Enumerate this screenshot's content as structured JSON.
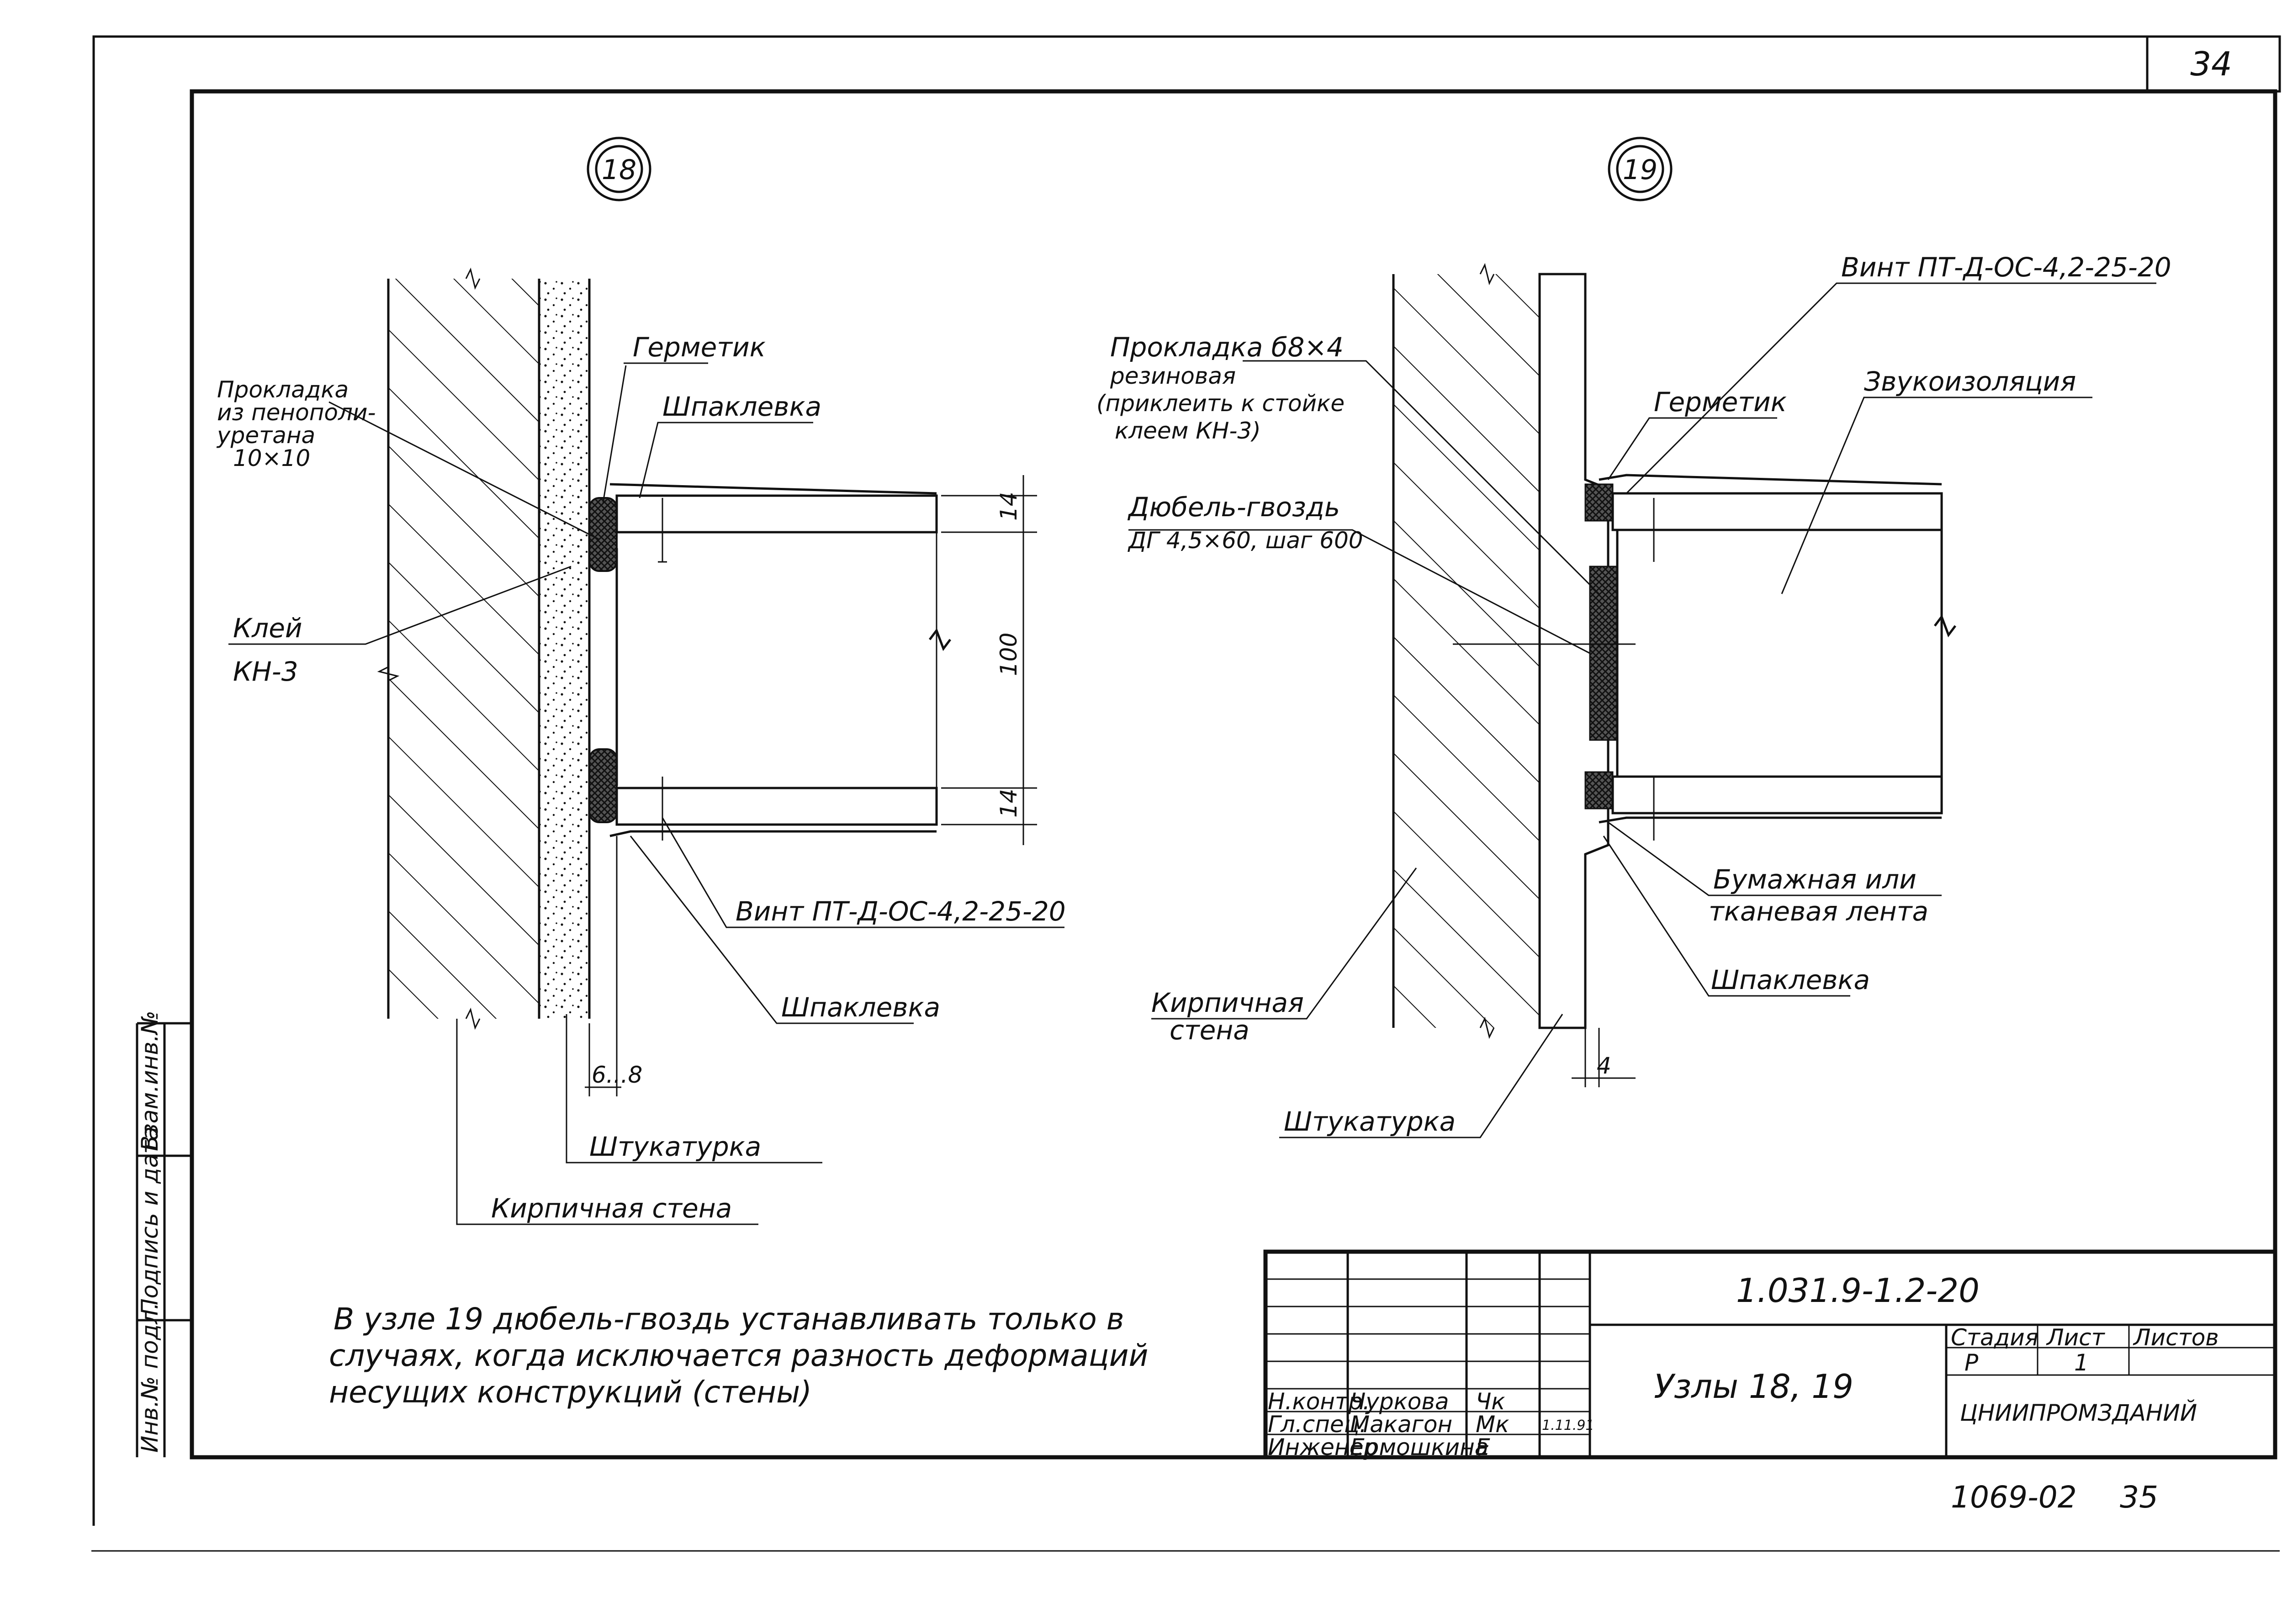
{
  "sheet": {
    "page_number": "34",
    "colors": {
      "ink": "#111111",
      "paper": "#ffffff"
    }
  },
  "node18": {
    "marker": "18",
    "labels": {
      "gasket": [
        "Прокладка",
        "из пенополи-",
        "уретана",
        "10×10"
      ],
      "sealant": "Герметик",
      "putty_top": "Шпаклевка",
      "glue": [
        "Клей",
        "КН-3"
      ],
      "dim_14_top": "14",
      "dim_100": "100",
      "dim_14_bottom": "14",
      "screw": "Винт ПТ-Д-ОС-4,2-25-20",
      "putty_bottom": "Шпаклевка",
      "gap": "6...8",
      "plaster": "Штукатурка",
      "brick_wall": "Кирпичная стена"
    }
  },
  "node19": {
    "marker": "19",
    "labels": {
      "screw": "Винт ПТ-Д-ОС-4,2-25-20",
      "gasket": [
        "Прокладка б8×4",
        "резиновая",
        "(приклеить к стойке",
        "клеем КН-3)"
      ],
      "sealant": "Герметик",
      "soundproof": "Звукоизоляция",
      "dowel": [
        "Дюбель-гвоздь",
        "ДГ 4,5×60, шаг 600"
      ],
      "tape": [
        "Бумажная или",
        "тканевая лента"
      ],
      "putty": "Шпаклевка",
      "brick_wall": [
        "Кирпичная",
        "стена"
      ],
      "plaster": "Штукатурка",
      "dim_4": "4"
    }
  },
  "note": [
    "В узле 19 дюбель-гвоздь устанавливать только в",
    "случаях, когда исключается разность деформаций",
    "несущих конструкций (стены)"
  ],
  "side_stamp": [
    "Инв.№ подл.",
    "Подпись и дата",
    "Взам.инв.№"
  ],
  "title_block": {
    "code": "1.031.9-1.2-20",
    "title": "Узлы 18, 19",
    "headers": [
      "Стадия",
      "Лист",
      "Листов"
    ],
    "values": [
      "Р",
      "1",
      ""
    ],
    "organization": "ЦНИИПРОМЗДАНИЙ",
    "people": [
      {
        "role": "Н.контр.",
        "name": "Чуркова",
        "sign": "Чк"
      },
      {
        "role": "Гл.спец.",
        "name": "Макагон",
        "sign": "Мк",
        "date": "1.11.91"
      },
      {
        "role": "Инженер",
        "name": "Ермошкина",
        "sign": "Е"
      }
    ]
  },
  "footer": {
    "inventory": "1069-02",
    "page": "35"
  }
}
